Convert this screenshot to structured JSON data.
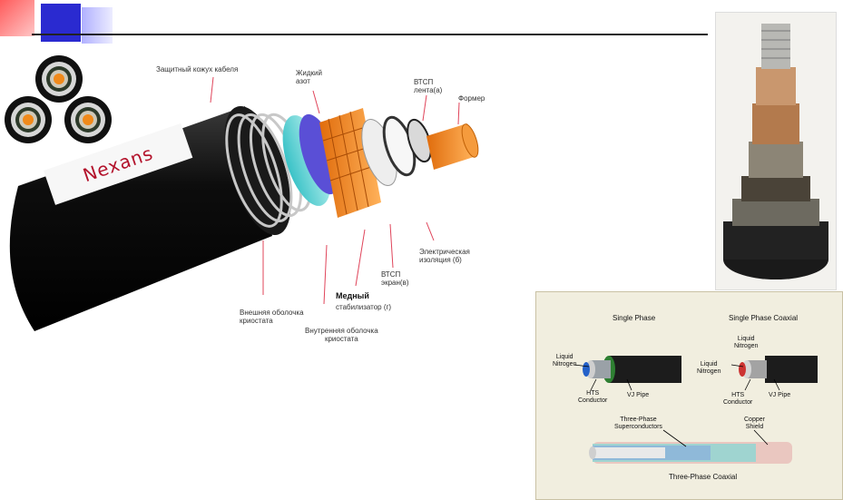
{
  "cable_labels": {
    "jacket": "Защитный кожух кабеля",
    "nitrogen": "Жидкий\nазот",
    "htsc_tape": "ВТСП\nлента(а)",
    "former": "Формер",
    "insulation": "Электрическая\nизоляция (б)",
    "htsc_shield": "ВТСП\nэкран(в)",
    "copper_stabilizer": "Медный",
    "copper_stabilizer_sub": "стабилизатор (г)",
    "outer_cryostat": "Внешняя оболочка\nкриостата",
    "inner_cryostat": "Внутренняя оболочка\nкриостата"
  },
  "logo": {
    "text": "Nexans"
  },
  "diagram": {
    "single_phase": "Single Phase",
    "single_phase_coaxial": "Single Phase Coaxial",
    "liquid_nitrogen": "Liquid\nNitrogen",
    "hts_conductor": "HTS\nConductor",
    "vj_pipe": "VJ Pipe",
    "three_phase_superconductors": "Three-Phase\nSuperconductors",
    "copper_shield": "Copper\nShield",
    "three_phase_coaxial": "Three-Phase Coaxial"
  }
}
